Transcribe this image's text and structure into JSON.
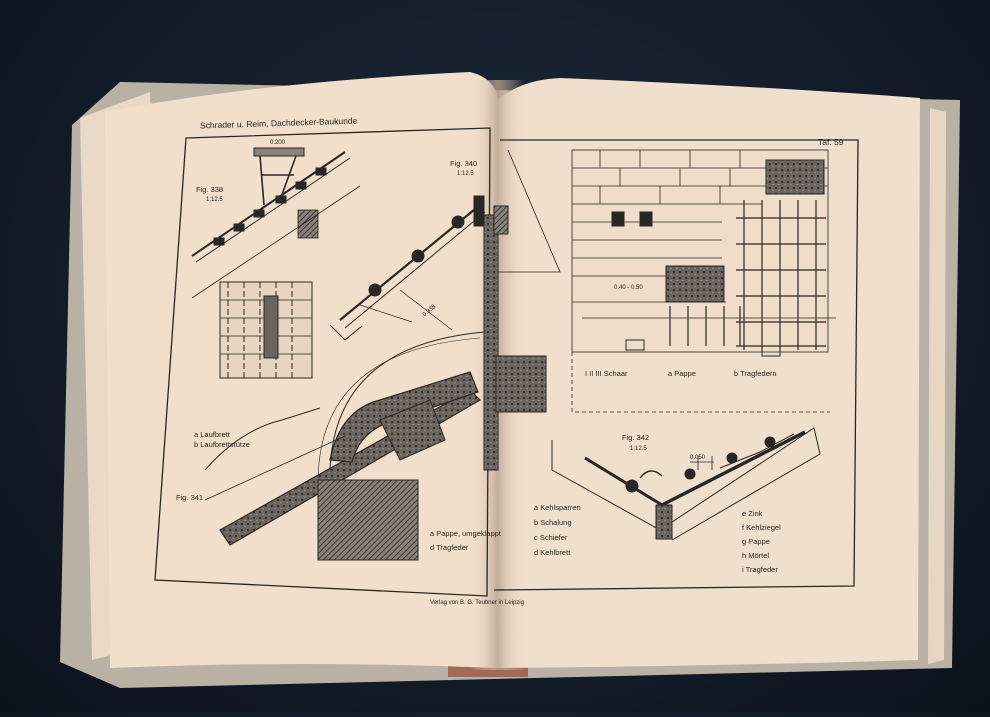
{
  "book": {
    "running_header": "Schrader u. Reim, Dachdecker-Baukunde",
    "plate_number": "Taf. 59",
    "publisher_footer": "Verlag von B. G. Teubner in Leipzig"
  },
  "left_page": {
    "fig338": {
      "label": "Fig. 338",
      "scale": "1:12.5",
      "dim": "0.200"
    },
    "fig340": {
      "label": "Fig. 340",
      "scale": "1:12.5",
      "dim": "0.338"
    },
    "fig341": {
      "label": "Fig. 341"
    },
    "legend_338": [
      "a Laufbrett",
      "b Laufbrettstütze"
    ],
    "legend_341": [
      "a Pappe, umgeklappt",
      "d Tragfeder"
    ]
  },
  "right_page": {
    "fig339_dim": "0.40 - 0.50",
    "legend_339": [
      "I II III Schaar",
      "a Pappe",
      "b Tragfedern"
    ],
    "fig342": {
      "label": "Fig. 342",
      "scale": "1:12.5",
      "dim": "0.050"
    },
    "legend_342_left": [
      "a Kehlsparren",
      "b Schalung",
      "c Schiefer",
      "d Kehlbrett"
    ],
    "legend_342_right": [
      "e Zink",
      "f Kehlziegel",
      "g Pappe",
      "h Mörtel",
      "i Tragfeder"
    ]
  },
  "colors": {
    "paper": "#f1dfcc",
    "ink": "#2a2622",
    "cover": "#b9b2a4",
    "background": "#141d2b"
  }
}
